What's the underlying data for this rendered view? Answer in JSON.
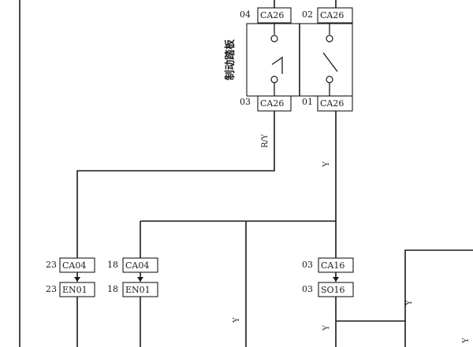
{
  "brake_pedal": {
    "title": "制动踏板",
    "top_left_pin": "04",
    "top_left_conn": "CA26",
    "top_right_pin": "02",
    "top_right_conn": "CA26",
    "bot_left_pin": "03",
    "bot_left_conn": "CA26",
    "bot_right_pin": "01",
    "bot_right_conn": "CA26"
  },
  "wire_colors": {
    "ry": "R/Y",
    "y": "Y"
  },
  "connectors": [
    {
      "pin_a": "23",
      "conn_a": "CA04",
      "pin_b": "23",
      "conn_b": "EN01"
    },
    {
      "pin_a": "18",
      "conn_a": "CA04",
      "pin_b": "18",
      "conn_b": "EN01"
    },
    {
      "pin_a": "03",
      "conn_a": "CA16",
      "pin_b": "03",
      "conn_b": "SO16"
    }
  ]
}
